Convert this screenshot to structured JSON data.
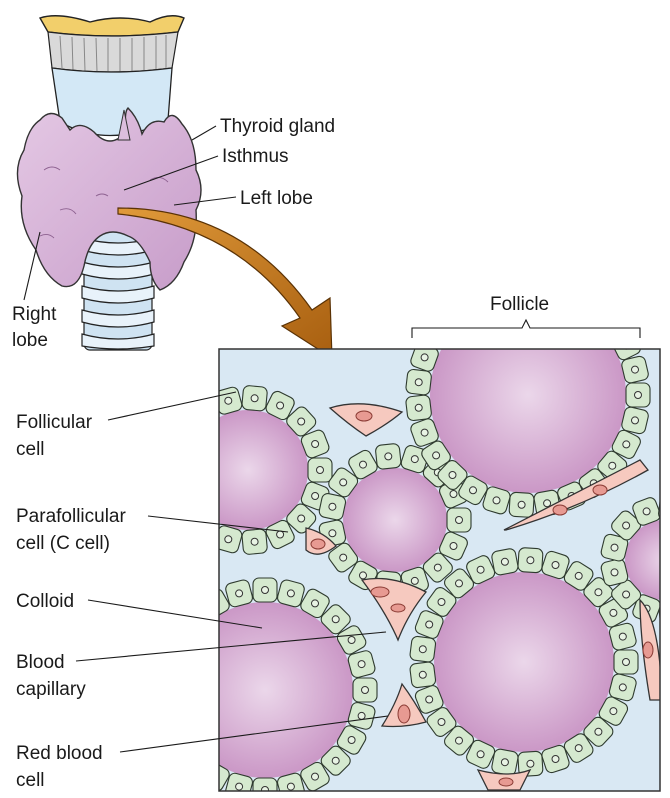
{
  "labels": {
    "thyroid_gland": "Thyroid gland",
    "isthmus": "Isthmus",
    "left_lobe": "Left lobe",
    "right_lobe_line1": "Right",
    "right_lobe_line2": "lobe",
    "follicle": "Follicle",
    "follicular_cell_line1": "Follicular",
    "follicular_cell_line2": "cell",
    "parafollicular_line1": "Parafollicular",
    "parafollicular_line2": "cell  (C cell)",
    "colloid": "Colloid",
    "blood_capillary_line1": "Blood",
    "blood_capillary_line2": "capillary",
    "red_blood_cell_line1": "Red blood",
    "red_blood_cell_line2": "cell"
  },
  "colors": {
    "gland": "#d9b6d9",
    "cartilage": "#d8ebf6",
    "colloid": "#c98fc4",
    "follicular_cell": "#d5e9cf",
    "capillary": "#f5c7bf",
    "arrow": "#c77a1c"
  }
}
